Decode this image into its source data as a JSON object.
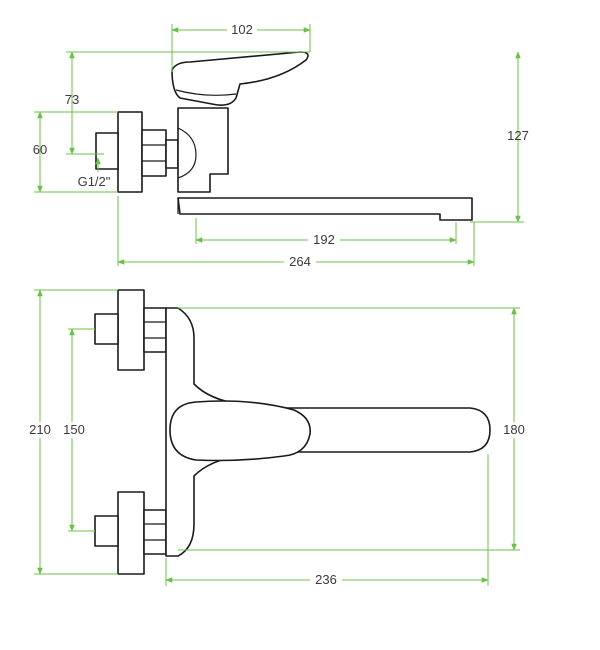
{
  "colors": {
    "dimension": "#6cc04a",
    "outline": "#1a1a1a",
    "text": "#3a3a3a"
  },
  "side_view": {
    "dims": {
      "handle_width": "102",
      "inlet_offset": "73",
      "inlet_height": "60",
      "thread": "G1/2\"",
      "total_height": "127",
      "spout_reach": "192",
      "total_length": "264"
    }
  },
  "top_view": {
    "dims": {
      "total_height": "210",
      "inlet_spacing": "150",
      "body_height": "180",
      "spout_length": "236"
    }
  }
}
